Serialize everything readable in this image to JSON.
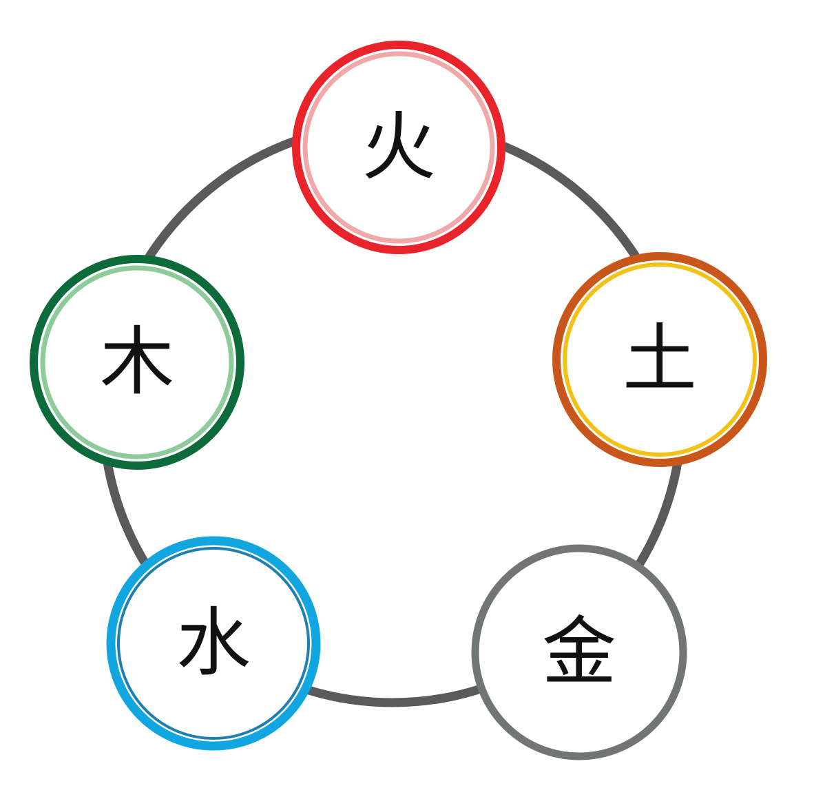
{
  "diagram": {
    "elements": [
      {
        "id": "fire",
        "char": "火",
        "outer_color": "#e8232a",
        "inner_color": "#f0a8a8"
      },
      {
        "id": "earth",
        "char": "土",
        "outer_color": "#c9561a",
        "inner_color": "#f2c21a"
      },
      {
        "id": "metal",
        "char": "金",
        "outer_color": "#717573",
        "inner_color": "#717573"
      },
      {
        "id": "water",
        "char": "水",
        "outer_color": "#12a6e0",
        "inner_color": "#1f7fb0"
      },
      {
        "id": "wood",
        "char": "木",
        "outer_color": "#0d6a3a",
        "inner_color": "#8fcb9a"
      }
    ],
    "cycle_color": "#5a5a5a"
  }
}
